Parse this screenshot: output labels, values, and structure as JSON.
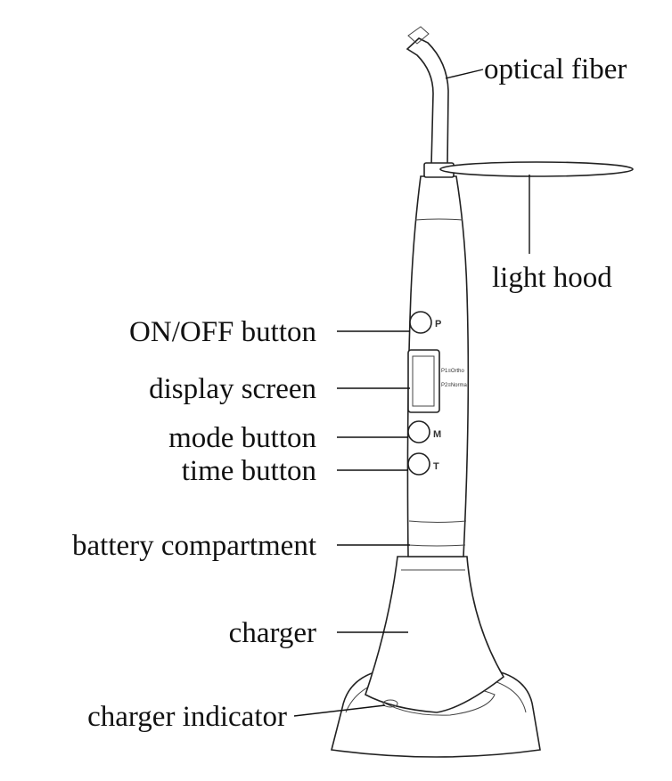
{
  "labels": {
    "optical_fiber": "optical fiber",
    "light_hood": "light hood",
    "on_off_button": "ON/OFF button",
    "display_screen": "display screen",
    "mode_button": "mode button",
    "time_button": "time button",
    "battery_compartment": "battery compartment",
    "charger": "charger",
    "charger_indicator": "charger indicator"
  },
  "device": {
    "power_button_letter": "P",
    "mode_button_letter": "M",
    "time_button_letter": "T",
    "display_line_1": "P1≡Ortho",
    "display_line_2": "P2≡Norma"
  },
  "colors": {
    "line": "#222222",
    "text": "#111111",
    "background": "#ffffff"
  }
}
